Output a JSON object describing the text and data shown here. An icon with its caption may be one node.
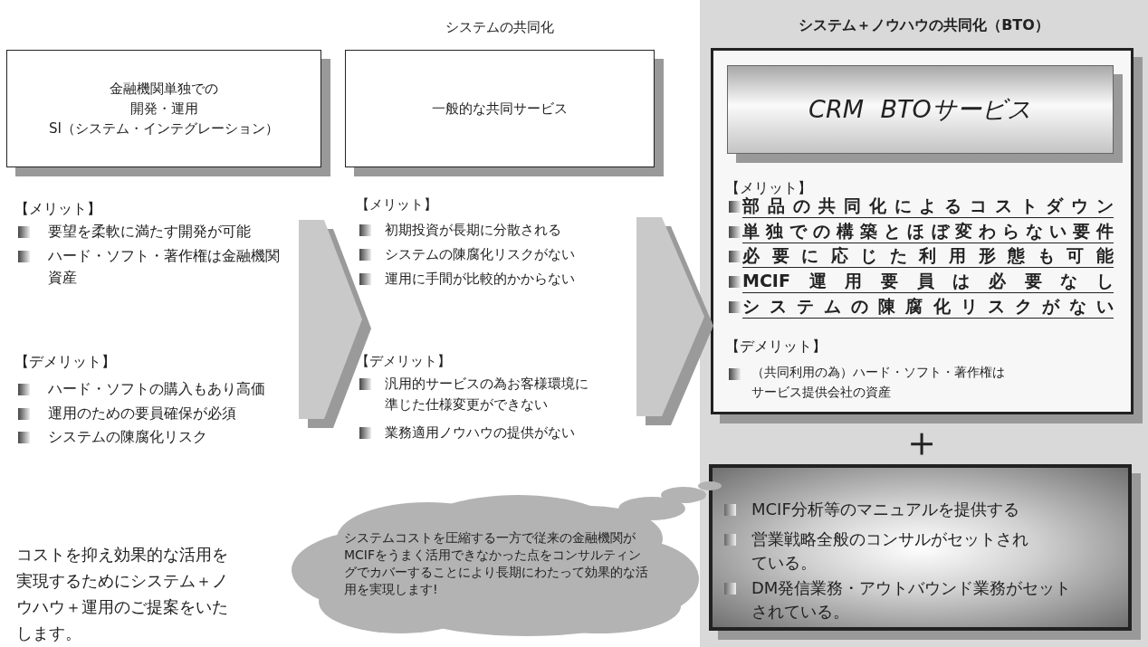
{
  "diagram": {
    "nodes": [
      {
        "text": [
          "金融機関単独での",
          "開発・運用",
          "SI（システム・インテグレーション）"
        ]
      },
      {
        "text": [
          "【メリット】",
          "要望を柔軟に満たす開発が可能",
          "ハード・ソフト・著作権は金融機関資産",
          "【デメリット】",
          "ハード・ソフトの購入もあり高価",
          "運用のための要員確保が必須",
          "システムの陳腐化リスク"
        ]
      },
      {
        "text": [
          "システムの共同化",
          "一般的な共同サービス"
        ]
      },
      {
        "text": [
          "【メリット】",
          "初期投資が長期に分散される",
          "システムの陳腐化リスクがない",
          "運用に手間が比較的かからない",
          "【デメリット】",
          "汎用的サービスの為お客様環境に準じた仕様変更ができない",
          "業務適用ノウハウの提供がない"
        ]
      },
      {
        "text": [
          "システム＋ノウハウの共同化（BTO）"
        ]
      },
      {
        "text": [
          "【メリット】",
          "部品の共同化によるコストダウン",
          "単独での構築とほぼ変わらない要件",
          "必要に応じた利用形態も可能",
          "MCIF運用要員は必要なし",
          "システムの陳腐化リスクがない",
          "【デメリット】",
          "（共同利用の為）ハード・ソフト・著作権はサービス提供会社の資産"
        ],
        "in": 4
      },
      {
        "text": [
          "CRM BTOサービス"
        ],
        "in": 5
      },
      {
        "text": [
          "MCIF分析等のマニュアルを提供する",
          "営業戦略全般のコンサルがセットされている。",
          "DM発信業務・アウトバウンド業務がセットされている。"
        ],
        "in": 4
      },
      {
        "text": [
          "システムコストを圧縮する一方で従来の金融機関がMCIFをうまく活用できなかった点をコンサルティングでカバーすることにより長期にわたって効果的な活用を実現します!"
        ]
      }
    ],
    "edges": [
      {
        "from": 1,
        "to": 3,
        "arrow": "to"
      },
      {
        "from": 3,
        "to": 5,
        "arrow": "to"
      }
    ],
    "labels": [
      "＋",
      "コストを抑え効果的な活用を実現するためにシステム＋ノウハウ＋運用のご提案をいたします。"
    ]
  }
}
